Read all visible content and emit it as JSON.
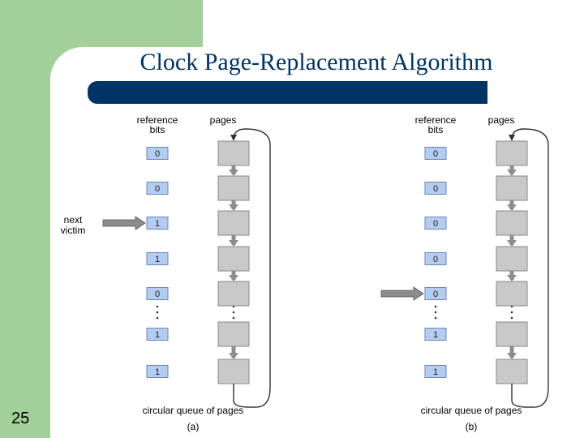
{
  "slide": {
    "title": "Clock Page-Replacement Algorithm",
    "number": "25"
  },
  "figure": {
    "colors": {
      "bit_box": "#b4ccf0",
      "page_box": "#c8c8c8",
      "arrow": "#8c8c8c",
      "text": "#1a1a1a"
    },
    "panel_a": {
      "header_ref": [
        "reference",
        "bits"
      ],
      "header_pages": "pages",
      "next_victim_label": [
        "next",
        "victim"
      ],
      "reference_bits": [
        "0",
        "0",
        "1",
        "1",
        "0",
        "1",
        "1"
      ],
      "victim_index": 2,
      "queue_label": "circular queue of pages",
      "caption": "(a)"
    },
    "panel_b": {
      "header_ref": [
        "reference",
        "bits"
      ],
      "header_pages": "pages",
      "reference_bits": [
        "0",
        "0",
        "0",
        "0",
        "0",
        "1",
        "1"
      ],
      "victim_index": 4,
      "queue_label": "circular queue of pages",
      "caption": "(b)"
    }
  }
}
